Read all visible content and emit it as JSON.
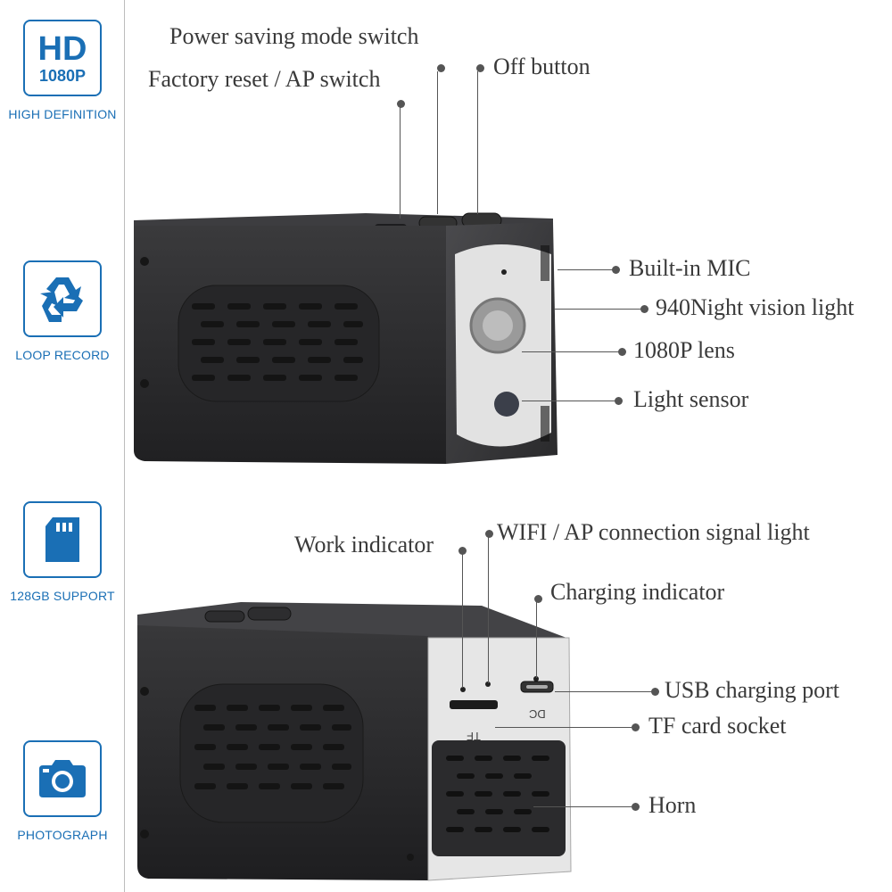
{
  "features": [
    {
      "icon": "hd-1080p-icon",
      "hd": "HD",
      "res": "1080P",
      "caption": "HIGH DEFINITION"
    },
    {
      "icon": "recycle-icon",
      "caption": "LOOP RECORD"
    },
    {
      "icon": "sd-card-icon",
      "caption": "128GB SUPPORT"
    },
    {
      "icon": "camera-icon",
      "caption": "PHOTOGRAPH"
    }
  ],
  "front_labels": {
    "power_saving": "Power saving mode switch",
    "factory_reset": "Factory reset / AP switch",
    "off_button": "Off button",
    "mic": "Built-in MIC",
    "night_vision": "940Night vision light",
    "lens": "1080P lens",
    "light_sensor": "Light sensor"
  },
  "rear_labels": {
    "work_indicator": "Work indicator",
    "wifi_light": "WIFI / AP connection signal light",
    "charging_indicator": "Charging indicator",
    "usb_port": "USB charging port",
    "tf_socket": "TF card socket",
    "horn": "Horn"
  },
  "port_marks": {
    "dc": "DC",
    "tf": "TF"
  },
  "colors": {
    "accent": "#1a6fb5",
    "camera_body": "#2b2b2d",
    "label_text": "#3a3a3a"
  }
}
